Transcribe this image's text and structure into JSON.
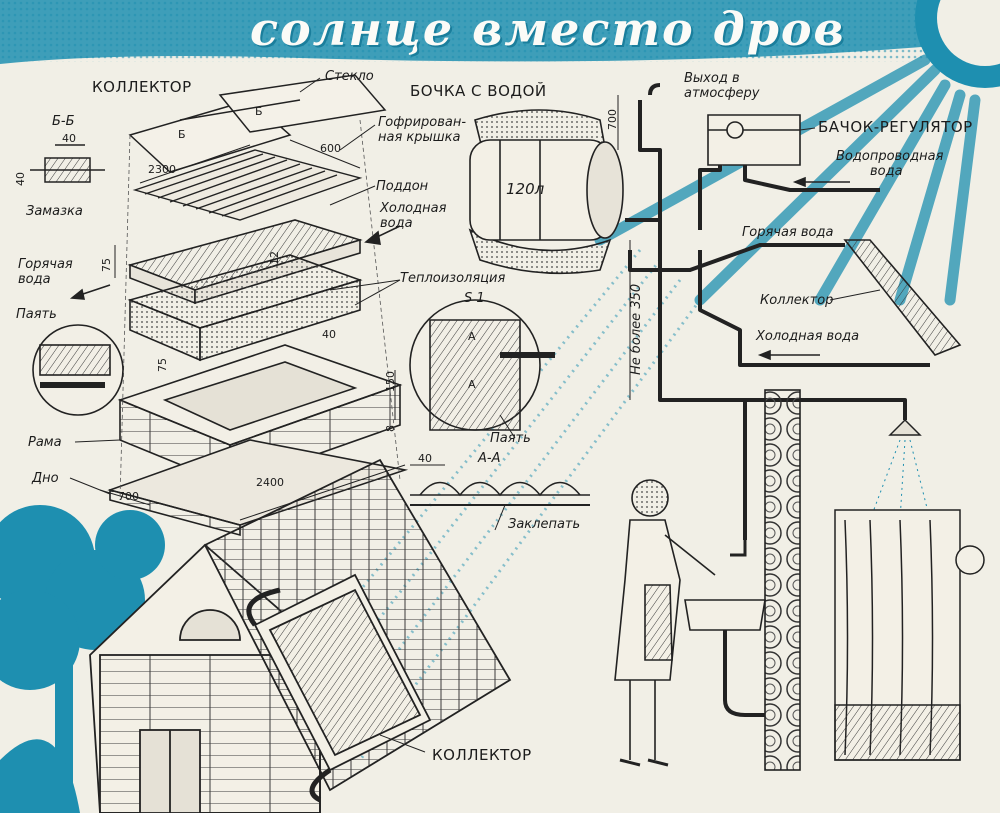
{
  "title": "солнце вместо дров",
  "colors": {
    "accent": "#1e8fb0",
    "ink": "#1c1c1c",
    "paper": "#f1efe6"
  },
  "collector_detail": {
    "heading": "КОЛЛЕКТОР",
    "glass": "Стекло",
    "corrugated_cover": [
      "Гофрирован-",
      "ная крышка"
    ],
    "tray": "Поддон",
    "cold_water": [
      "Холодная",
      "вода"
    ],
    "hot_water": [
      "Горячая",
      "вода"
    ],
    "insulation": "Теплоизоляция",
    "solder": "Паять",
    "frame": "Рама",
    "bottom": "Дно",
    "putty": "Замазка",
    "section_bb": "Б-Б",
    "section_aa": "А-А",
    "section_s1": "S 1",
    "rivet": "Заклепать",
    "marker_b": "Б",
    "marker_a": "А"
  },
  "dimensions": {
    "d40_bb": "40",
    "d40_bb_side": "40",
    "d2300": "2300",
    "d600": "600",
    "d75_tray": "75",
    "d12": "12",
    "d40_frame": "40",
    "d75_frame": "75",
    "d150": "150",
    "d8": "8",
    "d2400": "2400",
    "d700": "700",
    "d40_aa": "40",
    "d700_vent": "700",
    "d350": "Не более 350"
  },
  "barrel": {
    "heading": "БОЧКА С ВОДОЙ",
    "volume": "120л",
    "vent": [
      "Выход в",
      "атмосферу"
    ]
  },
  "system": {
    "regulator": "БАЧОК-РЕГУЛЯТОР",
    "mains_water": [
      "Водопроводная",
      "вода"
    ],
    "hot_water": "Горячая вода",
    "collector": "Коллектор",
    "cold_water": "Холодная вода"
  },
  "house": {
    "collector": "КОЛЛЕКТОР"
  }
}
